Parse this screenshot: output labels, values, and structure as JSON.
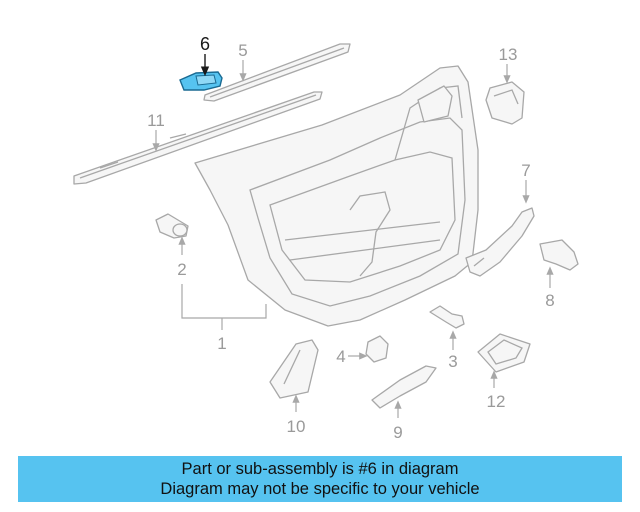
{
  "callouts": {
    "c1": "1",
    "c2": "2",
    "c3": "3",
    "c4": "4",
    "c5": "5",
    "c6": "6",
    "c7": "7",
    "c8": "8",
    "c9": "9",
    "c10": "10",
    "c11": "11",
    "c12": "12",
    "c13": "13"
  },
  "highlighted_part": "6",
  "highlight_color": "#56c3f0",
  "banner": {
    "line1": "Part or sub-assembly is #6 in diagram",
    "line2": "Diagram may not be specific to your vehicle"
  }
}
